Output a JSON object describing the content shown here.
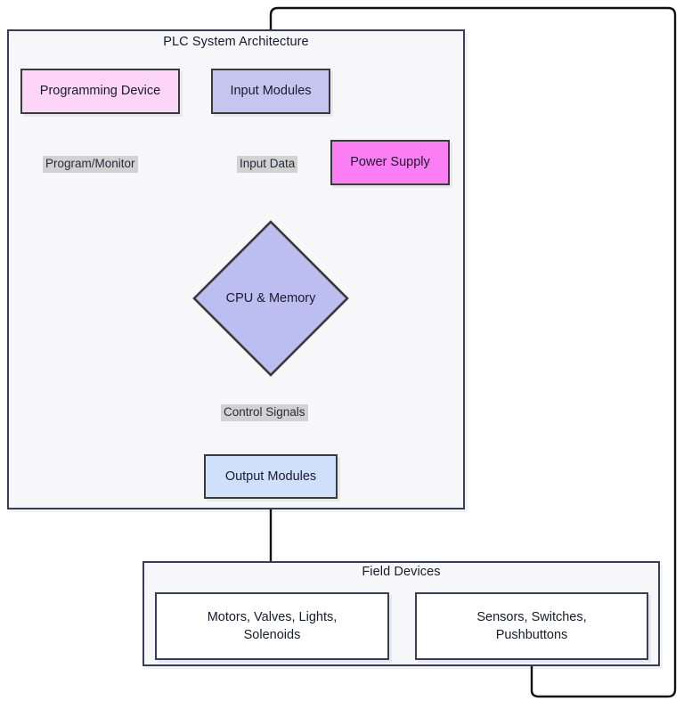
{
  "diagram": {
    "type": "flowchart",
    "title": "PLC System Architecture",
    "colors": {
      "programming_device": "#fcd5f7",
      "input_modules": "#c5c6f0",
      "power_supply": "#fb7ef4",
      "cpu_memory": "#bcbdf0",
      "output_modules": "#cfe0fb",
      "field_device_box": "#ffffff",
      "cluster_background": "#f7f7fa",
      "cluster_border": "#3b3b5c",
      "node_border": "#3a3a3a",
      "edge_label_background": "#d2d2d2",
      "wire": "#111111",
      "text": "#1a1a2e"
    }
  },
  "plc_cluster": {
    "title": "PLC System Architecture",
    "nodes": {
      "programming_device": {
        "label": "Programming Device"
      },
      "input_modules": {
        "label": "Input Modules"
      },
      "power_supply": {
        "label": "Power Supply"
      },
      "cpu_memory": {
        "label": "CPU & Memory"
      },
      "output_modules": {
        "label": "Output Modules"
      }
    }
  },
  "field_cluster": {
    "title": "Field Devices",
    "nodes": {
      "actuators": {
        "label": "Motors, Valves, Lights,\nSolenoids"
      },
      "sensors": {
        "label": "Sensors, Switches,\nPushbuttons"
      }
    }
  },
  "edge_labels": {
    "program_monitor": "Program/Monitor",
    "input_data": "Input Data",
    "control_signals": "Control Signals"
  }
}
